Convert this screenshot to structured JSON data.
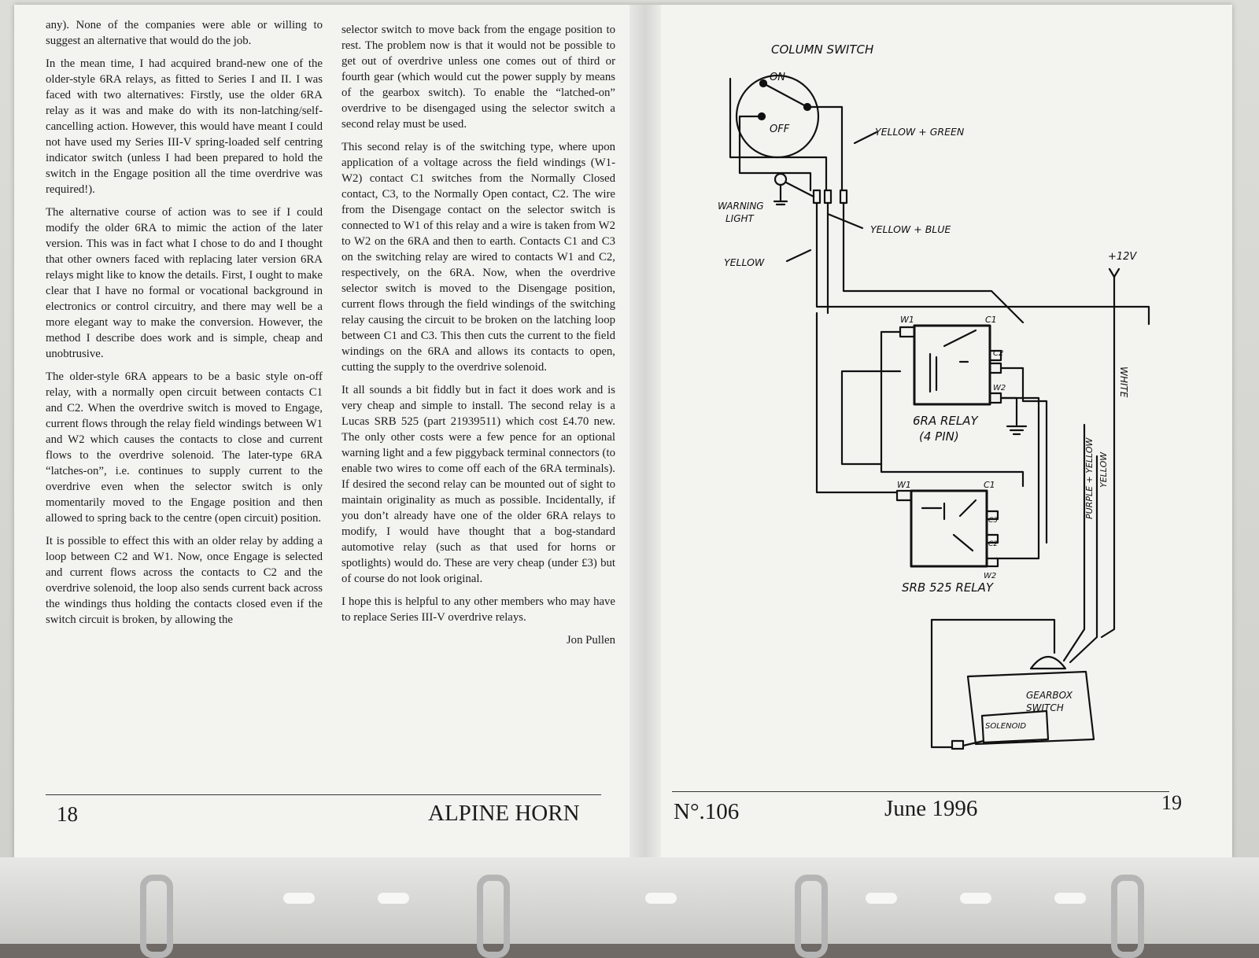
{
  "left_column": {
    "paragraphs": [
      "any). None of the companies were able or willing to suggest an alternative that would do the job.",
      "In the mean time, I had acquired brand-new one of the older-style 6RA relays, as fitted to Series I and II. I was faced with two alternatives: Firstly, use the older 6RA relay as it was and make do with its non-latching/self-cancelling action. However, this would have meant I could not have used my Series III-V spring-loaded self centring indicator switch (unless I had been prepared to hold the switch in the Engage position all the time overdrive was required!).",
      "The alternative course of action was to see if I could modify the older 6RA to mimic the action of the later version. This was in fact what I chose to do and I thought that other owners faced with replacing later version 6RA relays might like to know the details. First, I ought to make clear that I have no formal or vocational background in electronics or control circuitry, and there may well be a more elegant way to make the conversion. However, the method I describe does work and is simple, cheap and unobtrusive.",
      "The older-style 6RA appears to be a basic style on-off relay, with a normally open circuit between contacts C1 and C2. When the overdrive switch is moved to Engage, current flows through the relay field windings between W1 and W2 which causes the contacts to close and current flows to the overdrive solenoid. The later-type 6RA “latches-on”, i.e. continues to supply current to the overdrive even when the selector switch is only momentarily moved to the Engage position and then allowed to spring back to the centre (open circuit) position.",
      "It is possible to effect this with an older relay by adding a loop between C2 and W1. Now, once Engage is selected and current flows across the contacts to C2 and the overdrive solenoid, the loop also sends current back across the windings thus holding the contacts closed even if the switch circuit is broken, by allowing the"
    ]
  },
  "middle_column": {
    "paragraphs": [
      "selector switch to move back from the engage position to rest. The problem now is that it would not be possible to get out of overdrive unless one comes out of third or fourth gear (which would cut the power supply by means of the gearbox switch). To enable the “latched-on” overdrive to be disengaged using the selector switch a second relay must be used.",
      "This second relay is of the switching type, where upon application of a voltage across the field windings (W1-W2) contact C1 switches from the Normally Closed contact, C3, to the Normally Open contact, C2. The wire from the Disengage contact on the selector switch is connected to W1 of this relay and a wire is taken from W2 to W2 on the 6RA and then to earth. Contacts C1 and C3 on the switching relay are wired to contacts W1 and C2, respectively, on the 6RA. Now, when the overdrive selector switch is moved to the Disengage position, current flows through the field windings of the switching relay causing the circuit to be broken on the latching loop between C1 and C3. This then cuts the current to the field windings on the 6RA and allows its contacts to open, cutting the supply to the overdrive solenoid.",
      "It all sounds a bit fiddly but in fact it does work and is very cheap and simple to install. The second relay is a Lucas SRB 525 (part 21939511) which cost £4.70 new. The only other costs were a few pence for an optional warning light and a few piggyback terminal connectors (to enable two wires to come off each of the 6RA terminals). If desired the second relay can be mounted out of sight to maintain originality as much as possible. Incidentally, if you don’t already have one of the older 6RA relays to modify, I would have thought that a bog-standard automotive relay (such as that used for horns or spotlights) would do. These are very cheap (under £3) but of course do not look original.",
      "I hope this is helpful to any other members who may have to replace Series III-V overdrive relays."
    ],
    "author": "Jon Pullen"
  },
  "footer": {
    "page_left": "18",
    "publication": "ALPINE HORN",
    "issue": "N°.106",
    "date": "June 1996",
    "page_right": "19"
  },
  "diagram": {
    "column_switch": "COLUMN SWITCH",
    "on": "ON",
    "off": "OFF",
    "yellow_green": "YELLOW + GREEN",
    "warning": "WARNING",
    "light": "LIGHT",
    "yellow_blue": "YELLOW + BLUE",
    "yellow": "YELLOW",
    "plus12v": "+12V",
    "white": "WHITE",
    "w1": "W1",
    "c1": "C1",
    "c2": "C2",
    "c3": "C3",
    "w2": "W2",
    "relay_6ra": "6RA RELAY",
    "pin4": "(4 PIN)",
    "srb525": "SRB 525 RELAY",
    "purple_yellow": "PURPLE + YELLOW",
    "yellow_vertical": "YELLOW",
    "gearbox": "GEARBOX",
    "switch": "SWITCH",
    "solenoid": "SOLENOID"
  }
}
